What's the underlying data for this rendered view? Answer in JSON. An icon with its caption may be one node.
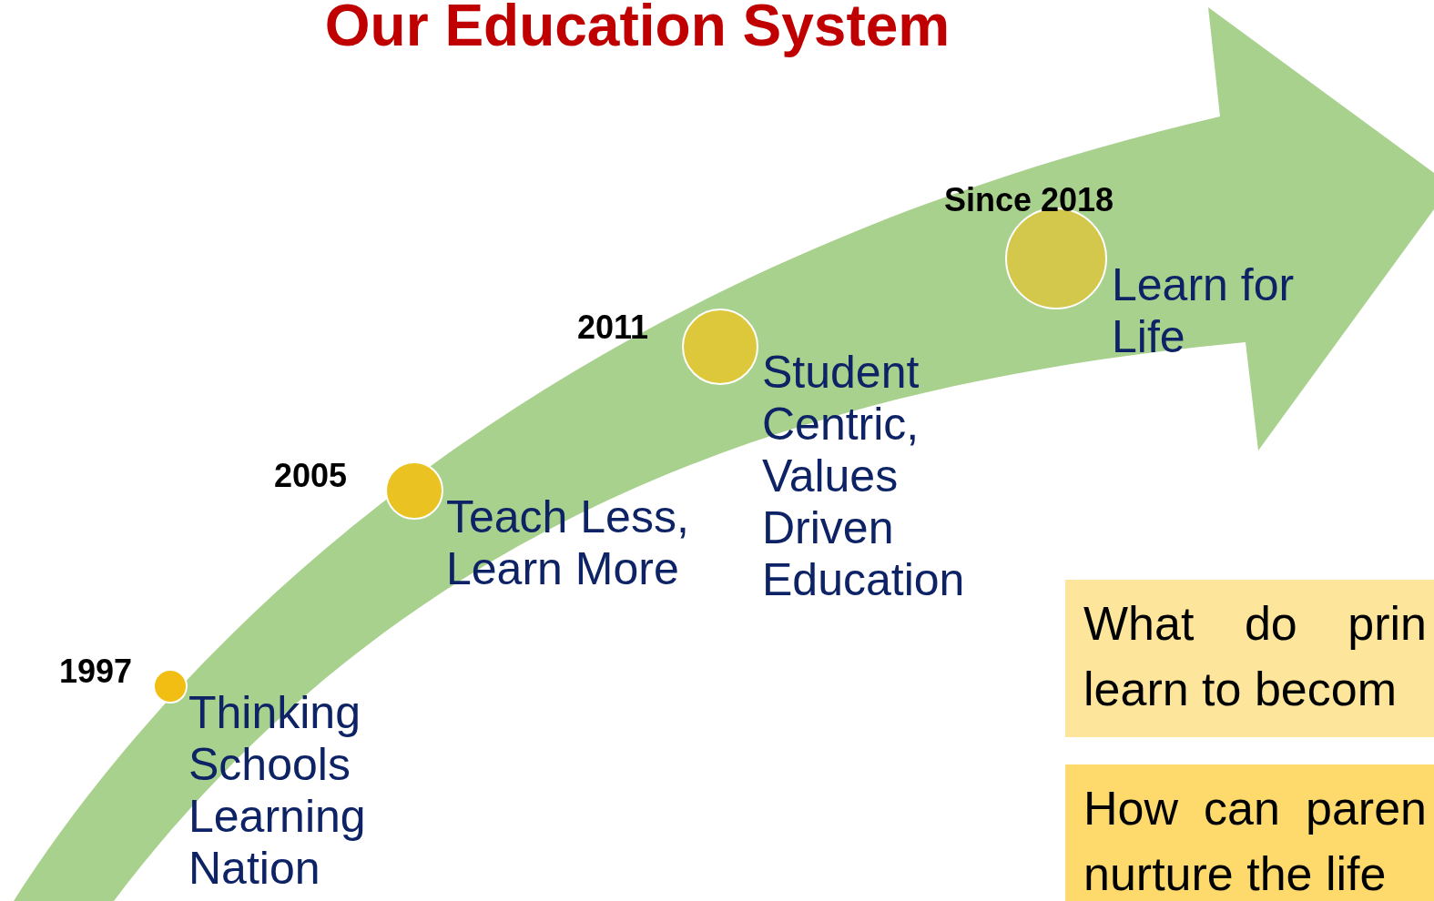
{
  "diagram": {
    "title": "Our Education System",
    "nodes": [
      {
        "text": [],
        "shape": "circle",
        "beside": [
          "1997",
          "Thinking Schools Learning Nation"
        ]
      },
      {
        "text": [],
        "shape": "circle",
        "beside": [
          "2005",
          "Teach Less, Learn More"
        ]
      },
      {
        "text": [],
        "shape": "circle",
        "beside": [
          "2011",
          "Student Centric, Values Driven Education"
        ]
      },
      {
        "text": [],
        "shape": "circle",
        "beside": [
          "Since 2018",
          "Learn for Life"
        ]
      },
      {
        "text": [
          "What do prin learn to becom"
        ]
      },
      {
        "text": [
          "How can paren nurture the life"
        ]
      }
    ]
  }
}
